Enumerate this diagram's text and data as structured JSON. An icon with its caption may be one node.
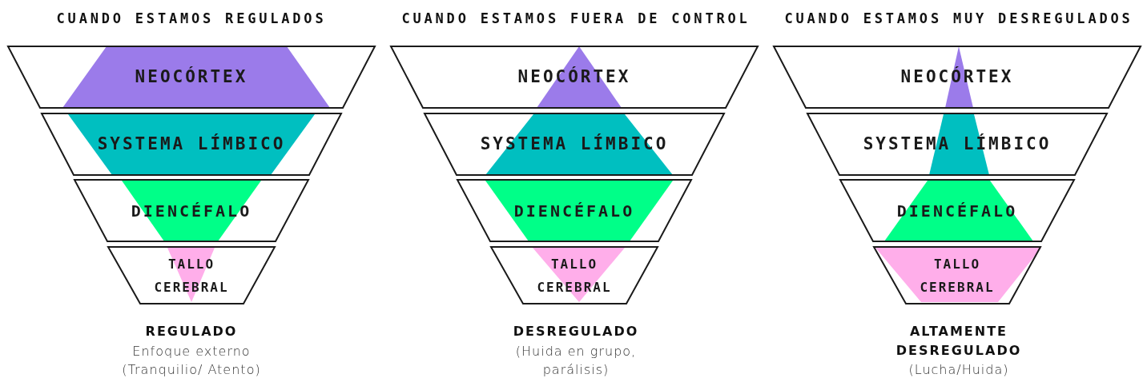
{
  "diagram": {
    "nodes": [
      {
        "text": [
          "NEOCÓRTEX"
        ]
      },
      {
        "text": [
          "SYSTEMA LÍMBICO"
        ]
      },
      {
        "text": [
          "DIENCÉFALO"
        ]
      },
      {
        "text": [
          "TALLO CEREBRAL"
        ]
      },
      {
        "text": [
          "NEOCÓRTEX"
        ]
      },
      {
        "text": [
          "SYSTEMA LÍMBICO"
        ]
      },
      {
        "text": [
          "DIENCÉFALO"
        ]
      },
      {
        "text": [
          "TALLO CEREBRAL"
        ]
      },
      {
        "text": [
          "NEOCÓRTEX"
        ]
      },
      {
        "text": [
          "SYSTEMA LÍMBICO"
        ]
      },
      {
        "text": [
          "DIENCÉFALO"
        ]
      },
      {
        "text": [
          "TALLO CEREBRAL"
        ]
      }
    ],
    "edges": [],
    "labels": [
      "CUANDO ESTAMOS REGULADOS",
      "CUANDO ESTAMOS FUERA DE CONTROL",
      "CUANDO ESTAMOS MUY DESREGULADOS",
      "REGULADO",
      "Enfoque externo",
      "(Tranquilio/ Atento)",
      "DESREGULADO",
      "(Huida en grupo, parálisis)",
      "ALTAMENTE DESREGULADO",
      "(Lucha/Huida)"
    ]
  }
}
